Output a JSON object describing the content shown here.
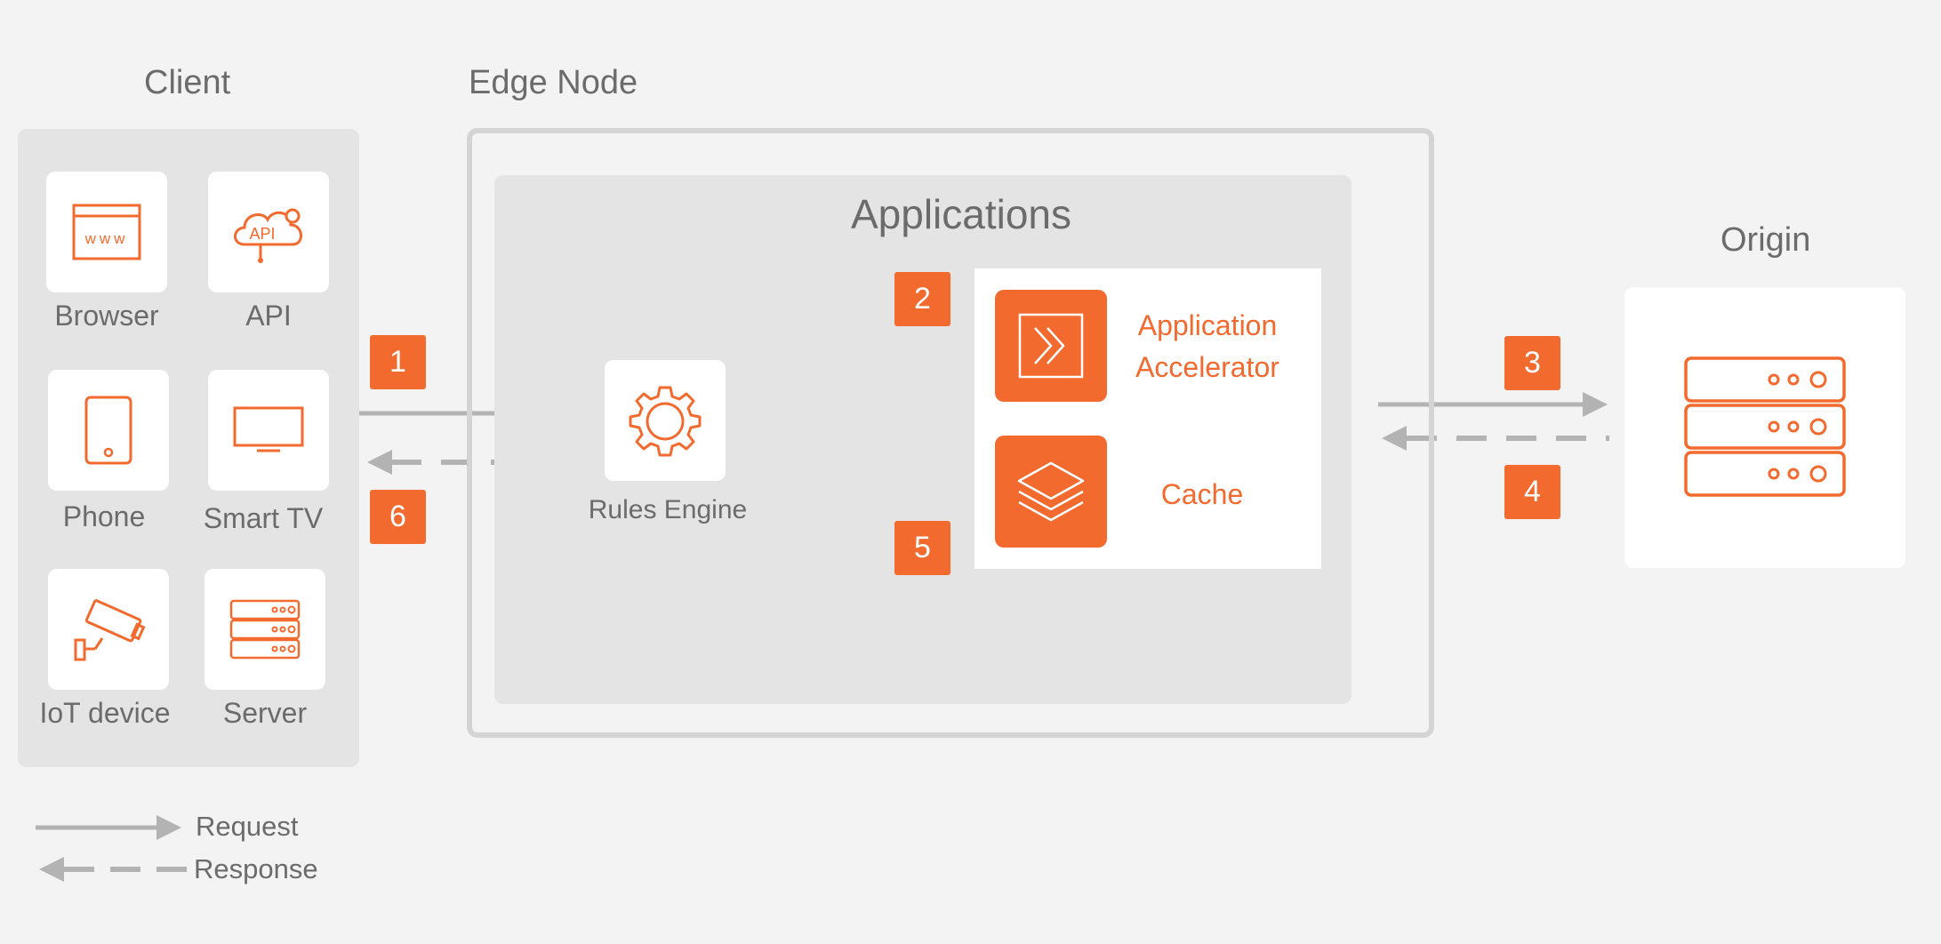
{
  "client": {
    "title": "Client",
    "devices": [
      {
        "label": "Browser",
        "icon": "browser-icon",
        "icon_text": "www"
      },
      {
        "label": "API",
        "icon": "api-cloud-icon",
        "icon_text": "API"
      },
      {
        "label": "Phone",
        "icon": "phone-icon"
      },
      {
        "label": "Smart TV",
        "icon": "tv-icon"
      },
      {
        "label": "IoT device",
        "icon": "camera-icon"
      },
      {
        "label": "Server",
        "icon": "server-icon"
      }
    ]
  },
  "edge": {
    "title": "Edge Node",
    "applications_title": "Applications",
    "rules_engine": "Rules Engine",
    "accelerator_label": "Application Accelerator",
    "cache_label": "Cache"
  },
  "origin": {
    "title": "Origin",
    "icon": "server-icon"
  },
  "steps": [
    "1",
    "2",
    "3",
    "4",
    "5",
    "6"
  ],
  "legend": {
    "request": "Request",
    "response": "Response"
  },
  "colors": {
    "accent": "#f26a2e",
    "arrow": "#b3b3b3",
    "panel": "#e4e4e4",
    "background": "#f3f3f3"
  }
}
